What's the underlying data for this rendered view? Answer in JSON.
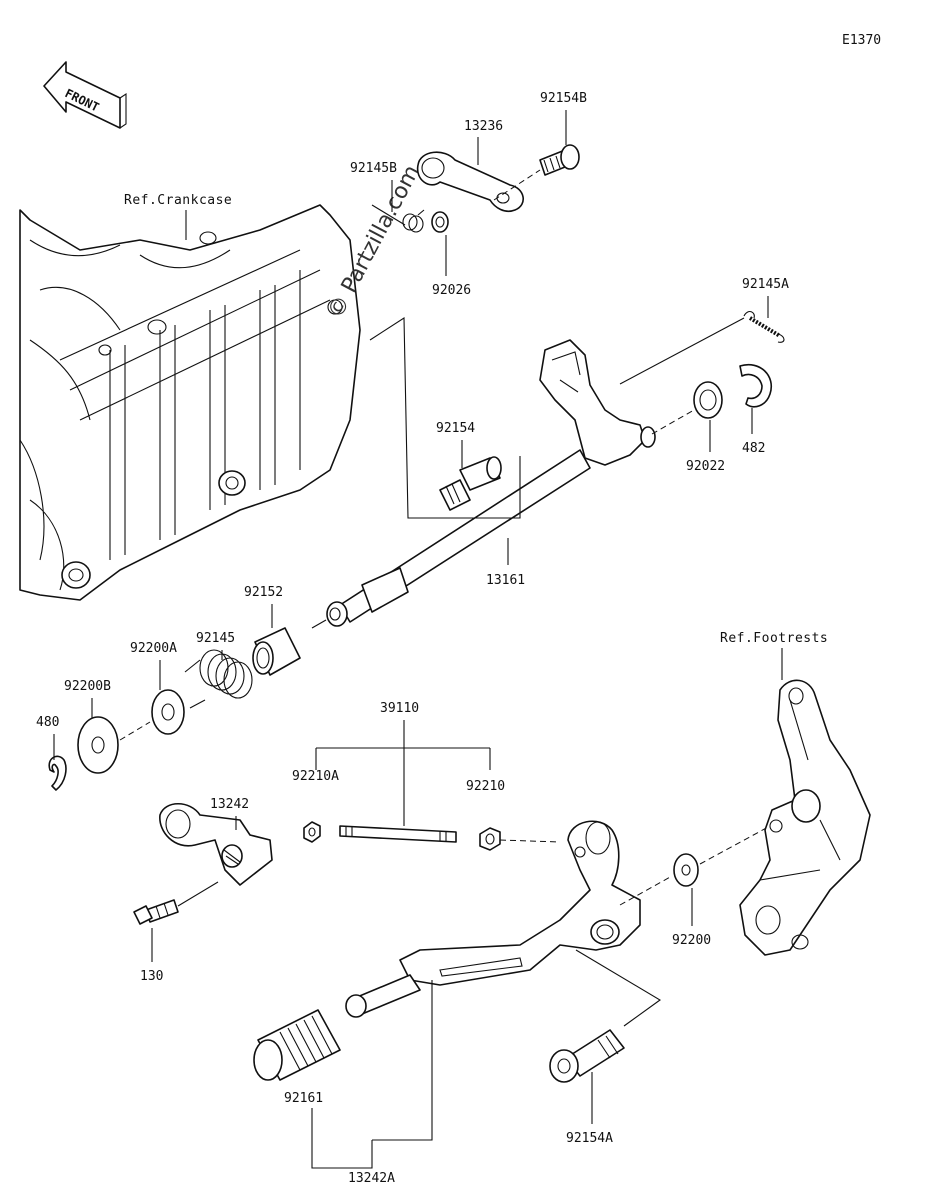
{
  "diagram_code": "E1370",
  "front_label": "FRONT",
  "watermark": "© Partzilla.com",
  "refs": {
    "crankcase": "Ref.Crankcase",
    "footrests": "Ref.Footrests"
  },
  "labels": {
    "p92154B": "92154B",
    "p13236": "13236",
    "p92145B": "92145B",
    "p92026": "92026",
    "p92145A": "92145A",
    "p482": "482",
    "p92022": "92022",
    "p92154": "92154",
    "p13161": "13161",
    "p92152": "92152",
    "p92145": "92145",
    "p92200A": "92200A",
    "p92200B": "92200B",
    "p480": "480",
    "p39110": "39110",
    "p92210A": "92210A",
    "p92210": "92210",
    "p13242": "13242",
    "p130": "130",
    "p92200": "92200",
    "p92161": "92161",
    "p13242A": "13242A",
    "p92154A": "92154A"
  }
}
